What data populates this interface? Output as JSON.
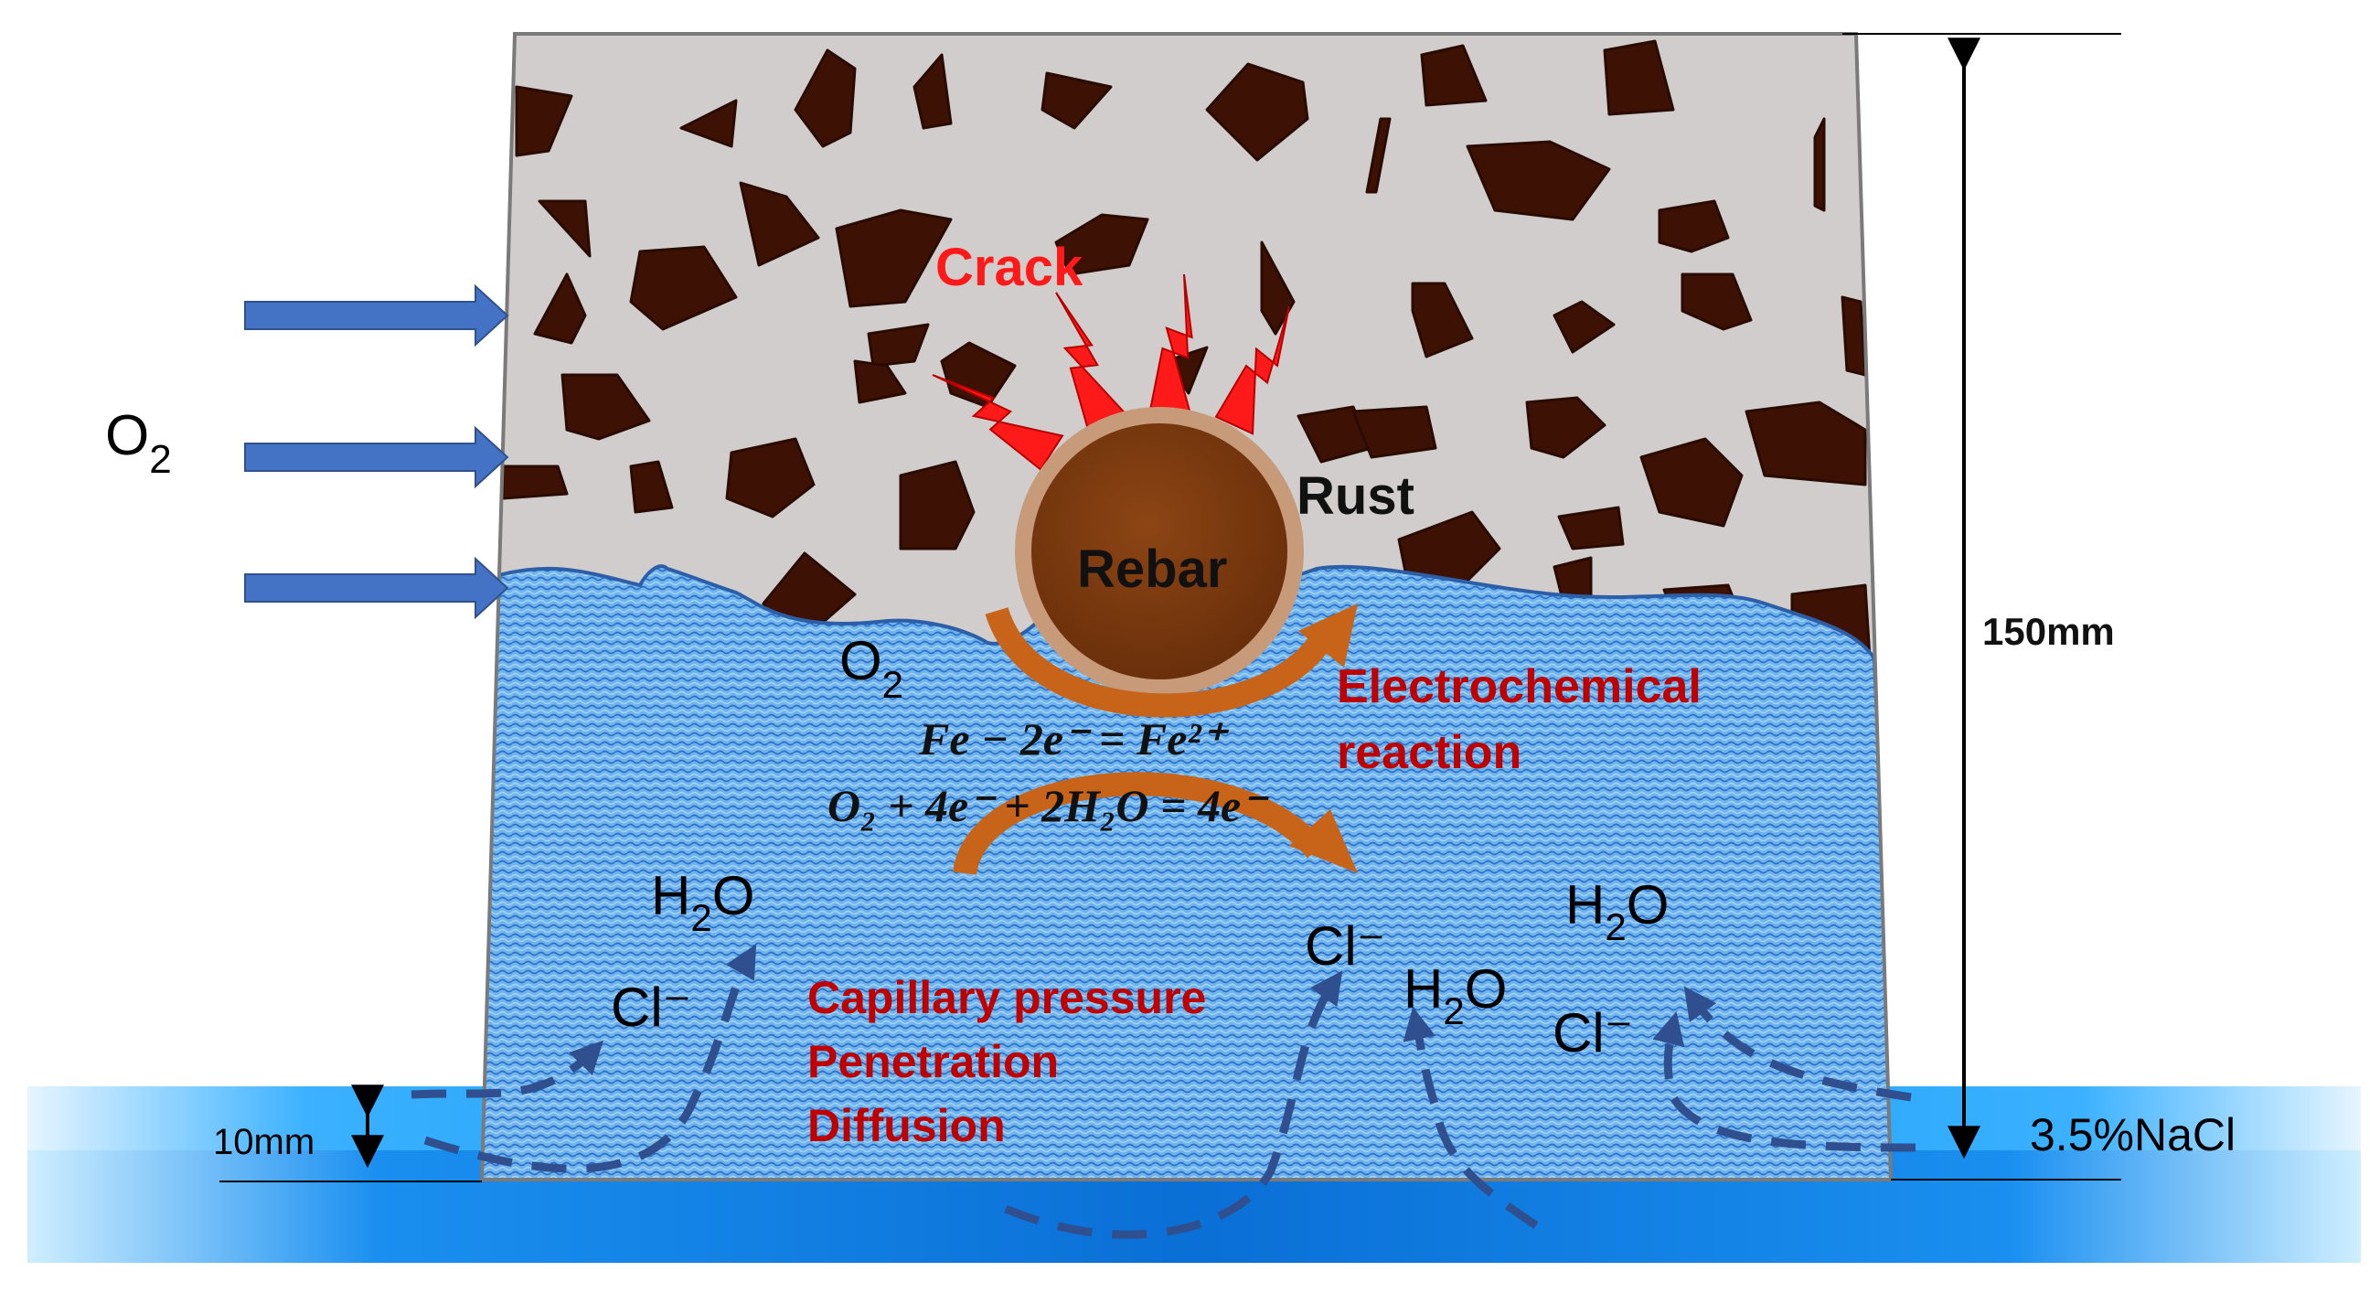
{
  "labels": {
    "oxygen_outside": "O",
    "oxygen_outside_sub": "2",
    "oxygen_inside": "O",
    "oxygen_inside_sub": "2",
    "crack": "Crack",
    "rust": "Rust",
    "rebar": "Rebar",
    "electrochemical_line1": "Electrochemical",
    "electrochemical_line2": "reaction",
    "equation1": "Fe − 2e⁻ = Fe²⁺",
    "equation2": "O₂ + 4e⁻ + 2H₂O = 4e⁻",
    "water": "H",
    "water_sub": "2",
    "water_tail": "O",
    "chloride": "Cl⁻",
    "transport_line1": "Capillary pressure",
    "transport_line2": "Penetration",
    "transport_line3": "Diffusion",
    "height_total": "150mm",
    "immersion_depth": "10mm",
    "solution": "3.5%NaCl"
  },
  "colors": {
    "concrete": "#d0cdcc",
    "aggregate": "#3d1205",
    "wet_zone": "#5aa9e6",
    "wet_zone_dots": "#2f6fc9",
    "rebar": "#7a3a0e",
    "rust_ring": "#c79a7a",
    "crack": "#ff1a1a",
    "reaction_arrow": "#c8641a",
    "o2_arrow": "#4472c4",
    "dashed_arrow": "#2f4f8f",
    "label_red": "#c00000",
    "nacl": "#1aa3ff"
  },
  "icons": {
    "crack": "lightning-bolt-icon",
    "inflow_arrow": "right-arrow-icon",
    "dimension": "double-arrow-icon"
  }
}
